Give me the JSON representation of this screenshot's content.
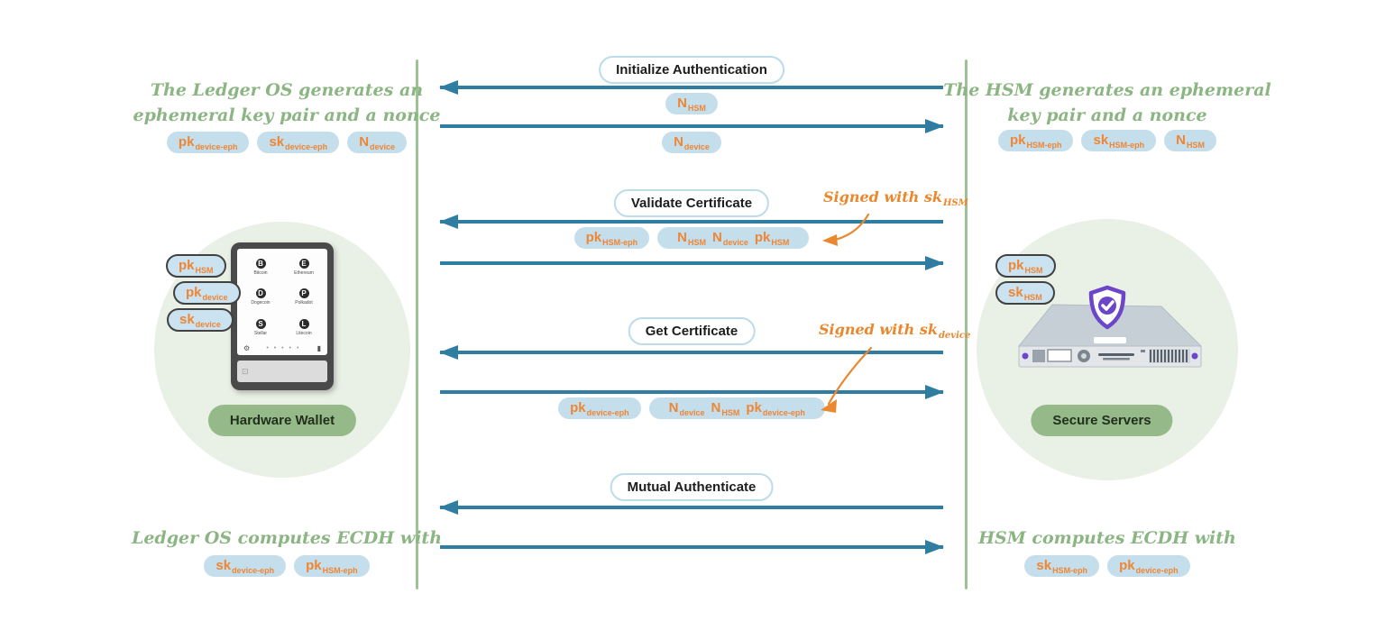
{
  "palette": {
    "arrow_teal": "#2f7ea2",
    "badge_blue": "#c5deec",
    "badge_text_orange": "#ee8634",
    "handwriting_green": "#8bb582",
    "annotation_orange": "#e9882e",
    "entity_pill_green": "#96b98a",
    "circle_bg_green": "#e9f0e5",
    "lifeline_green": "#9dc295",
    "shield_purple": "#6b46c8"
  },
  "left": {
    "top_note_line1": "The Ledger OS  generates an",
    "top_note_line2": "ephemeral key pair and a nonce",
    "top_badges": [
      {
        "main": "pk",
        "sub": "device-eph"
      },
      {
        "main": "sk",
        "sub": "device-eph"
      },
      {
        "main": "N",
        "sub": "device"
      }
    ],
    "entity_badges": [
      {
        "main": "pk",
        "sub": "HSM"
      },
      {
        "main": "pk",
        "sub": "device"
      },
      {
        "main": "sk",
        "sub": "device"
      }
    ],
    "entity_label": "Hardware Wallet",
    "wallet_apps": [
      {
        "name": "Bitcoin",
        "glyph": "B"
      },
      {
        "name": "Ethereum",
        "glyph": "E"
      },
      {
        "name": "Dogecoin",
        "glyph": "D"
      },
      {
        "name": "Polkadot",
        "glyph": "P"
      },
      {
        "name": "Stellar",
        "glyph": "S"
      },
      {
        "name": "Litecoin",
        "glyph": "L"
      }
    ],
    "wallet_dots": "• • • • •",
    "bottom_note": "Ledger OS computes ECDH with",
    "bottom_badges": [
      {
        "main": "sk",
        "sub": "device-eph"
      },
      {
        "main": "pk",
        "sub": "HSM-eph"
      }
    ]
  },
  "center": {
    "steps": [
      {
        "title": "Initialize Authentication",
        "to_wallet": {
          "main": "N",
          "sub": "HSM"
        },
        "to_server": {
          "main": "N",
          "sub": "device"
        }
      },
      {
        "title": "Validate Certificate",
        "annotation": {
          "text": "Signed with sk",
          "sub": "HSM"
        },
        "plain": {
          "main": "pk",
          "sub": "HSM-eph"
        },
        "signed": [
          {
            "main": "N",
            "sub": "HSM"
          },
          {
            "main": "N",
            "sub": "device"
          },
          {
            "main": "pk",
            "sub": "HSM"
          }
        ]
      },
      {
        "title": "Get Certificate",
        "annotation": {
          "text": "Signed with sk",
          "sub": "device"
        },
        "plain": {
          "main": "pk",
          "sub": "device-eph"
        },
        "signed": [
          {
            "main": "N",
            "sub": "device"
          },
          {
            "main": "N",
            "sub": "HSM"
          },
          {
            "main": "pk",
            "sub": "device-eph"
          }
        ]
      },
      {
        "title": "Mutual Authenticate"
      }
    ]
  },
  "right": {
    "top_note_line1": "The HSM generates an ephemeral",
    "top_note_line2": "key pair and a nonce",
    "top_badges": [
      {
        "main": "pk",
        "sub": "HSM-eph"
      },
      {
        "main": "sk",
        "sub": "HSM-eph"
      },
      {
        "main": "N",
        "sub": "HSM"
      }
    ],
    "entity_badges": [
      {
        "main": "pk",
        "sub": "HSM"
      },
      {
        "main": "sk",
        "sub": "HSM"
      }
    ],
    "entity_label": "Secure Servers",
    "bottom_note": "HSM computes ECDH with",
    "bottom_badges": [
      {
        "main": "sk",
        "sub": "HSM-eph"
      },
      {
        "main": "pk",
        "sub": "device-eph"
      }
    ]
  }
}
